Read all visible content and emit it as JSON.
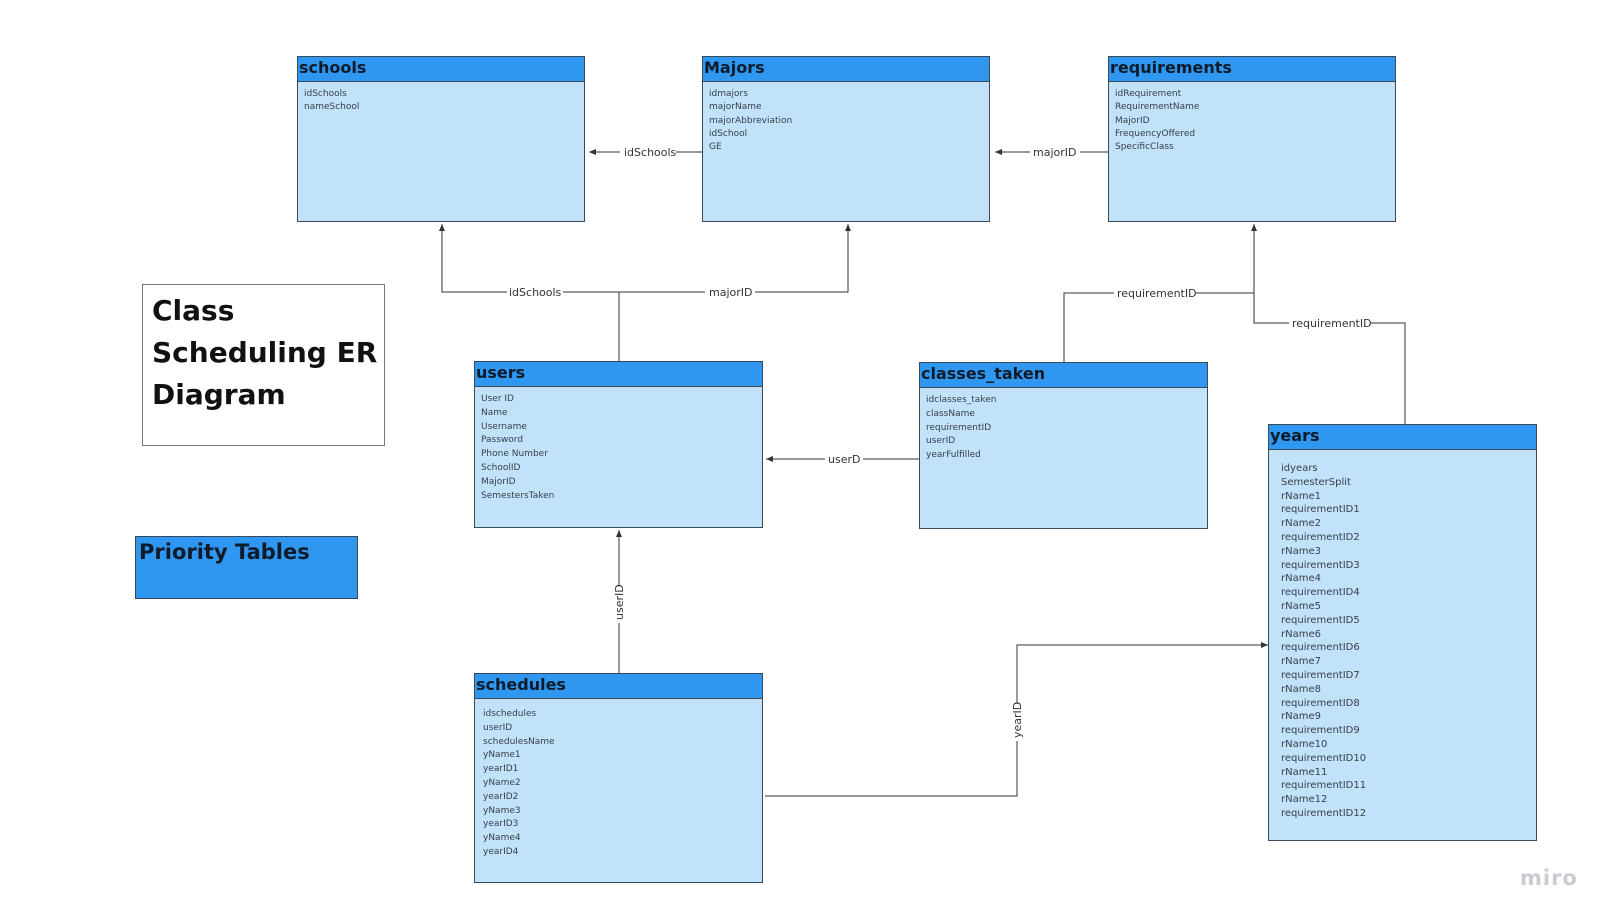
{
  "diagram": {
    "title": "Class Scheduling ER Diagram",
    "legend_label": "Priority Tables",
    "brand": "miro"
  },
  "colors": {
    "header": "#2f97ef",
    "body": "#c2e2fa",
    "border": "#3b4a58",
    "connector": "#333333"
  },
  "entities": {
    "schools": {
      "name": "schools",
      "fields": [
        "idSchools",
        "nameSchool"
      ]
    },
    "majors": {
      "name": "Majors",
      "fields": [
        "idmajors",
        "majorName",
        "majorAbbreviation",
        "idSchool",
        "GE"
      ]
    },
    "requirements": {
      "name": "requirements",
      "fields": [
        "idRequirement",
        "RequirementName",
        "MajorID",
        "FrequencyOffered",
        "SpecificClass"
      ]
    },
    "users": {
      "name": "users",
      "fields": [
        "User ID",
        "Name",
        "Username",
        "Password",
        "Phone Number",
        "SchoolID",
        "MajorID",
        "SemestersTaken"
      ]
    },
    "classes_taken": {
      "name": "classes_taken",
      "fields": [
        "idclasses_taken",
        "className",
        "requirementID",
        "userID",
        "yearFulfilled"
      ]
    },
    "years": {
      "name": "years",
      "fields": [
        "idyears",
        "SemesterSplit",
        "rName1",
        "requirementID1",
        "rName2",
        "requirementID2",
        "rName3",
        "requirementID3",
        "rName4",
        "requirementID4",
        "rName5",
        "requirementID5",
        "rName6",
        "requirementID6",
        "rName7",
        "requirementID7",
        "rName8",
        "requirementID8",
        "rName9",
        "requirementID9",
        "rName10",
        "requirementID10",
        "rName11",
        "requirementID11",
        "rName12",
        "requirementID12"
      ]
    },
    "schedules": {
      "name": "schedules",
      "fields": [
        "idschedules",
        "userID",
        "schedulesName",
        "yName1",
        "yearID1",
        "yName2",
        "yearID2",
        "yName3",
        "yearID3",
        "yName4",
        "yearID4"
      ]
    }
  },
  "relationships": {
    "majors_schools": "idSchools",
    "requirements_majors": "majorID",
    "users_schools": "idSchools",
    "users_majors": "majorID",
    "classes_requirements": "requirementID",
    "years_requirements": "requirementID",
    "classes_users": "userD",
    "schedules_users": "userID",
    "schedules_years": "yearID"
  }
}
